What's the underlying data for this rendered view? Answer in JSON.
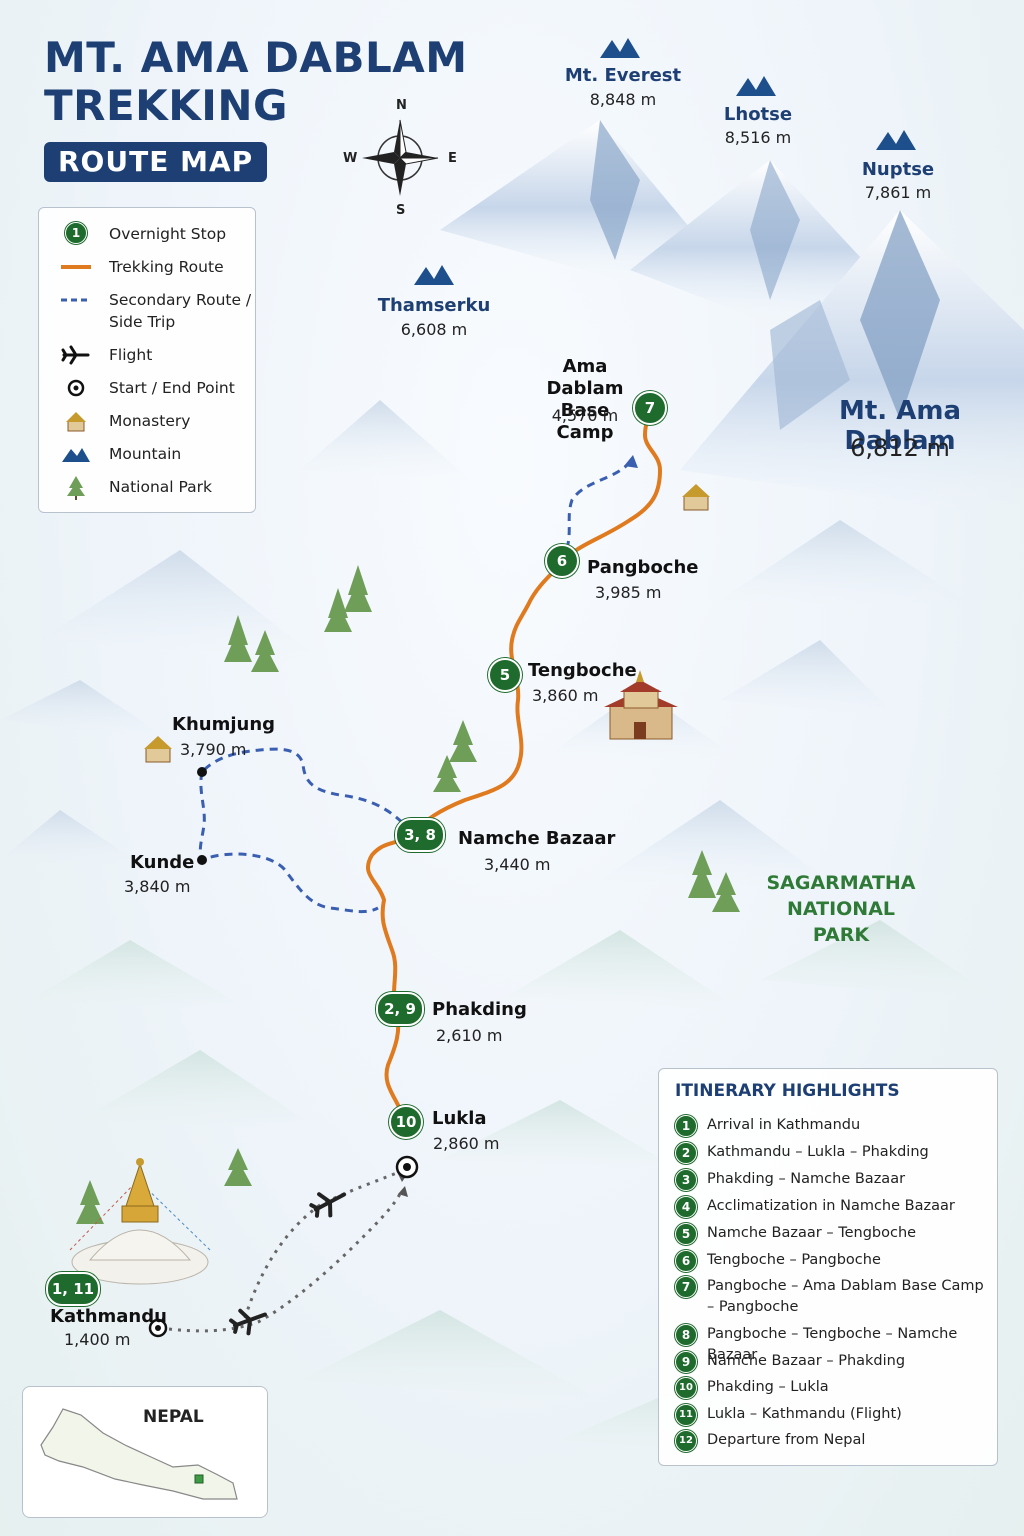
{
  "title_line1": "MT. AMA DABLAM",
  "title_line2": "TREKKING",
  "subtitle": "ROUTE MAP",
  "compass": {
    "n": "N",
    "s": "S",
    "e": "E",
    "w": "W"
  },
  "legend": [
    {
      "symbol": "overnight-stop",
      "symbol_text": "1",
      "label": "Overnight Stop"
    },
    {
      "symbol": "trekking-route",
      "label": "Trekking Route"
    },
    {
      "symbol": "secondary-route",
      "label": "Secondary Route /",
      "label2": "Side Trip"
    },
    {
      "symbol": "flight",
      "label": "Flight"
    },
    {
      "symbol": "start-end-point",
      "label": "Start / End Point"
    },
    {
      "symbol": "monastery",
      "label": "Monastery"
    },
    {
      "symbol": "mountain",
      "label": "Mountain"
    },
    {
      "symbol": "national-park",
      "label": "National Park"
    }
  ],
  "peaks": {
    "everest": {
      "name": "Mt. Everest",
      "elev": "8,848 m"
    },
    "lhotse": {
      "name": "Lhotse",
      "elev": "8,516 m"
    },
    "nuptse": {
      "name": "Nuptse",
      "elev": "7,861 m"
    },
    "thamserku": {
      "name": "Thamserku",
      "elev": "6,608 m"
    },
    "ama_dablam": {
      "name": "Mt. Ama Dablam",
      "elev": "6,812 m"
    }
  },
  "stops": {
    "abc": {
      "num": "7",
      "name1": "Ama Dablam",
      "name2": "Base Camp",
      "elev": "4,570 m"
    },
    "pangboche": {
      "num": "6",
      "name": "Pangboche",
      "elev": "3,985 m"
    },
    "tengboche": {
      "num": "5",
      "name": "Tengboche",
      "elev": "3,860 m"
    },
    "namche": {
      "num": "3, 8",
      "name": "Namche Bazaar",
      "elev": "3,440 m"
    },
    "phakding": {
      "num": "2, 9",
      "name": "Phakding",
      "elev": "2,610 m"
    },
    "lukla": {
      "num": "10",
      "name": "Lukla",
      "elev": "2,860 m"
    },
    "kathmandu": {
      "num": "1, 11",
      "name": "Kathmandu",
      "elev": "1,400 m"
    }
  },
  "side_places": {
    "khumjung": {
      "name": "Khumjung",
      "elev": "3,790 m"
    },
    "kunde": {
      "name": "Kunde",
      "elev": "3,840 m"
    }
  },
  "park_label_1": "SAGARMATHA",
  "park_label_2": "NATIONAL PARK",
  "itinerary": {
    "title": "ITINERARY HIGHLIGHTS",
    "items": [
      {
        "num": "1",
        "text": "Arrival in Kathmandu"
      },
      {
        "num": "2",
        "text": "Kathmandu – Lukla – Phakding"
      },
      {
        "num": "3",
        "text": "Phakding – Namche Bazaar"
      },
      {
        "num": "4",
        "text": "Acclimatization in Namche Bazaar"
      },
      {
        "num": "5",
        "text": "Namche Bazaar – Tengboche"
      },
      {
        "num": "6",
        "text": "Tengboche – Pangboche"
      },
      {
        "num": "7",
        "text": "Pangboche – Ama Dablam Base Camp – Pangboche"
      },
      {
        "num": "8",
        "text": "Pangboche – Tengboche – Namche Bazaar"
      },
      {
        "num": "9",
        "text": "Namche Bazaar – Phakding"
      },
      {
        "num": "10",
        "text": "Phakding – Lukla"
      },
      {
        "num": "11",
        "text": "Lukla – Kathmandu (Flight)"
      },
      {
        "num": "12",
        "text": "Departure from Nepal"
      }
    ]
  },
  "inset_label": "NEPAL",
  "colors": {
    "title": "#1d3f73",
    "route": "#e07a1f",
    "secondary": "#3b5fb0",
    "stop": "#1f6b2d",
    "park_text": "#2f7a36"
  }
}
